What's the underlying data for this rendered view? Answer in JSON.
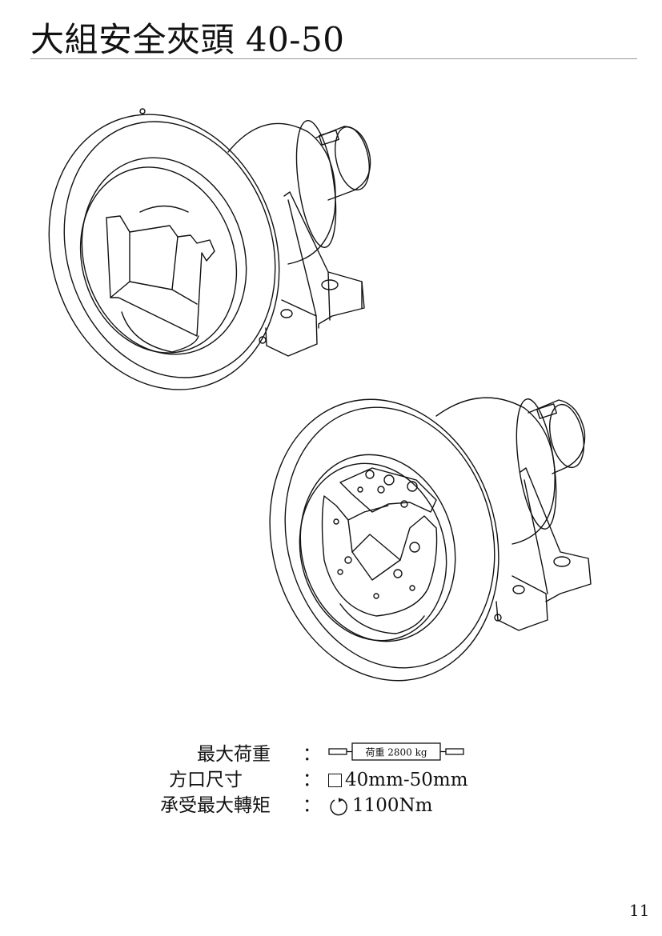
{
  "page": {
    "title": "大組安全夾頭 40-50",
    "page_number": "11"
  },
  "specs": {
    "rows": [
      {
        "label": "最大荷重",
        "colon": "：",
        "badge": "荷重 2800 kg"
      },
      {
        "label": "方口尺寸",
        "colon": "：",
        "value": "40mm-50mm"
      },
      {
        "label": "承受最大轉矩",
        "colon": "：",
        "value": "1100Nm"
      }
    ]
  },
  "icons": {
    "weight_bar": "barbell-icon",
    "square": "square-icon",
    "torque": "rotation-arrow-icon"
  }
}
